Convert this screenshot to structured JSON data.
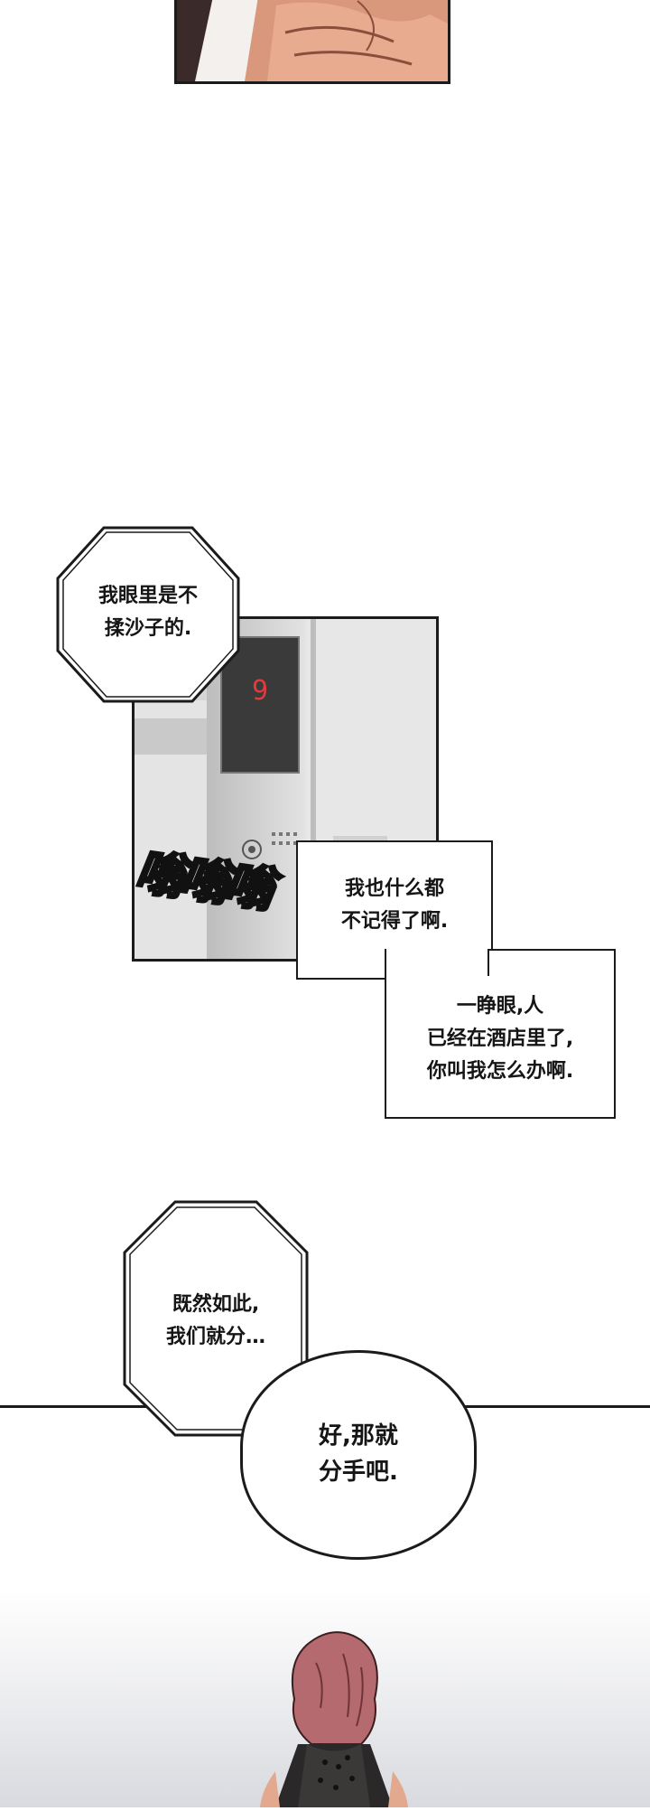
{
  "page": {
    "background": "#ffffff"
  },
  "panels": {
    "top_hand": {
      "description_icon": "hand-panel"
    },
    "elevator": {
      "floor_display": "9",
      "display_color": "#e23b3b"
    },
    "sfx": {
      "text": "嗡嗡嗡"
    },
    "woman": {
      "hair_color": "#b46a6e"
    }
  },
  "bubbles": {
    "b1": {
      "line1": "我眼里是不",
      "line2": "揉沙子的."
    },
    "b2": {
      "line1": "我也什么都",
      "line2": "不记得了啊."
    },
    "b3": {
      "line1": "一睁眼,人",
      "line2": "已经在酒店里了,",
      "line3": "你叫我怎么办啊."
    },
    "b4": {
      "line1": "既然如此,",
      "line2": "我们就分…"
    },
    "b5": {
      "line1": "好,那就",
      "line2": "分手吧."
    }
  }
}
